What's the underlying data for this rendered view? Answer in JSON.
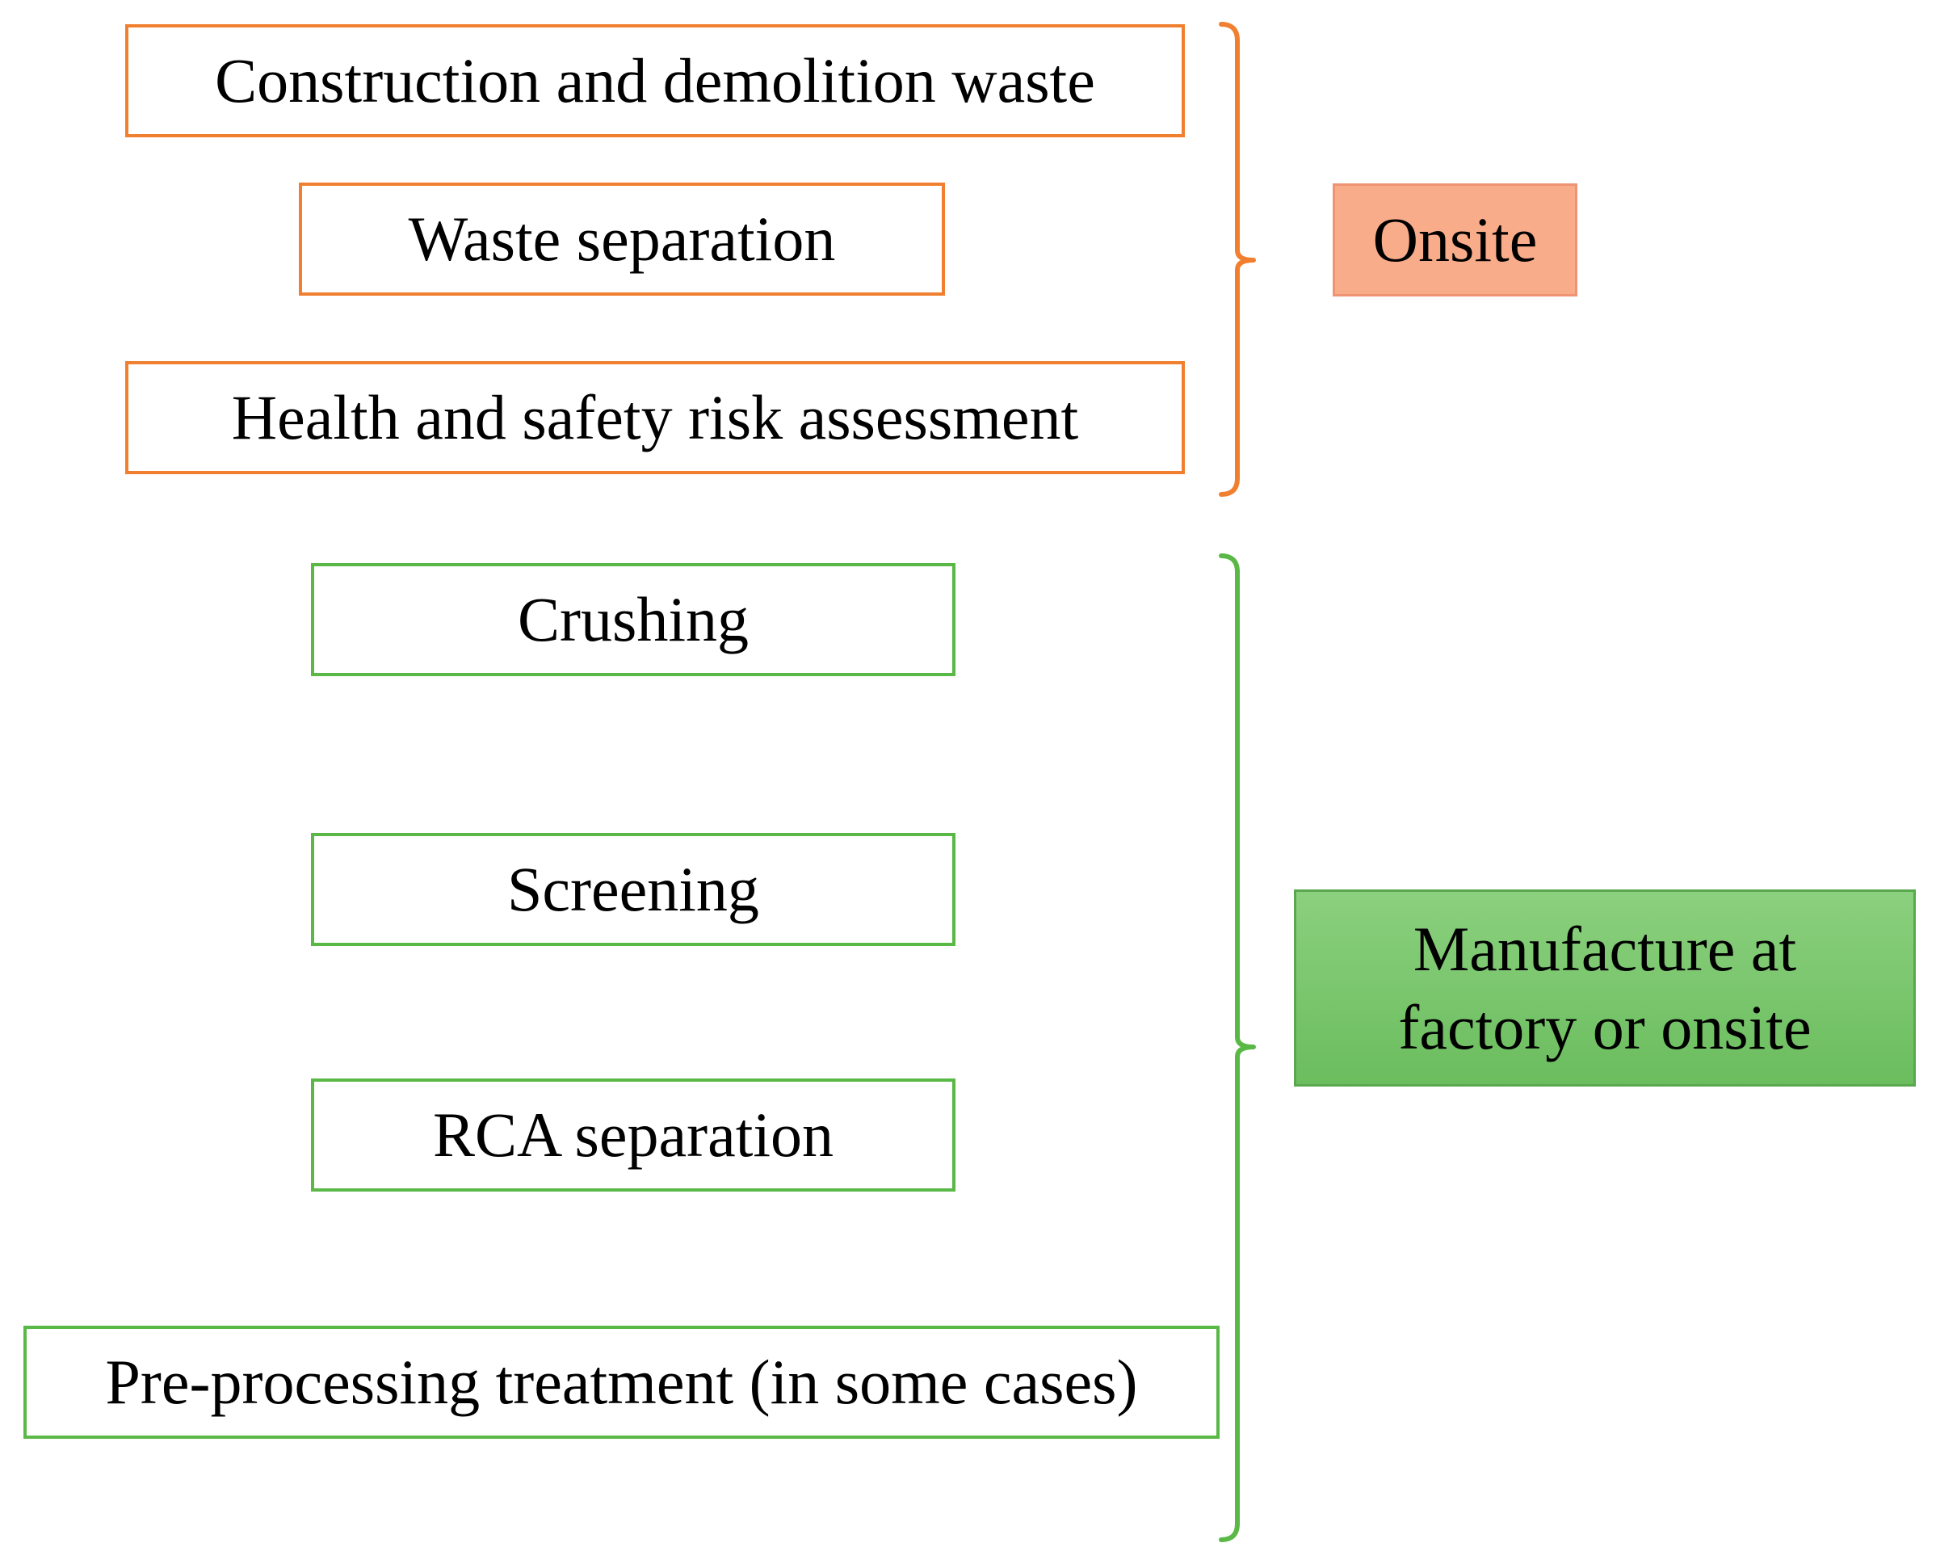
{
  "colors": {
    "onsite": "#f08030",
    "factory": "#5ab847",
    "onsite_badge": "#f9ac89",
    "factory_badge": "#79c66c"
  },
  "onsite_group": {
    "label": "Onsite",
    "steps": [
      "Construction and demolition waste",
      "Waste separation",
      "Health and safety risk assessment"
    ]
  },
  "factory_group": {
    "label": "Manufacture at factory or onsite",
    "steps": [
      "Crushing",
      "Screening",
      "RCA separation",
      "Pre-processing treatment (in some cases)"
    ]
  }
}
